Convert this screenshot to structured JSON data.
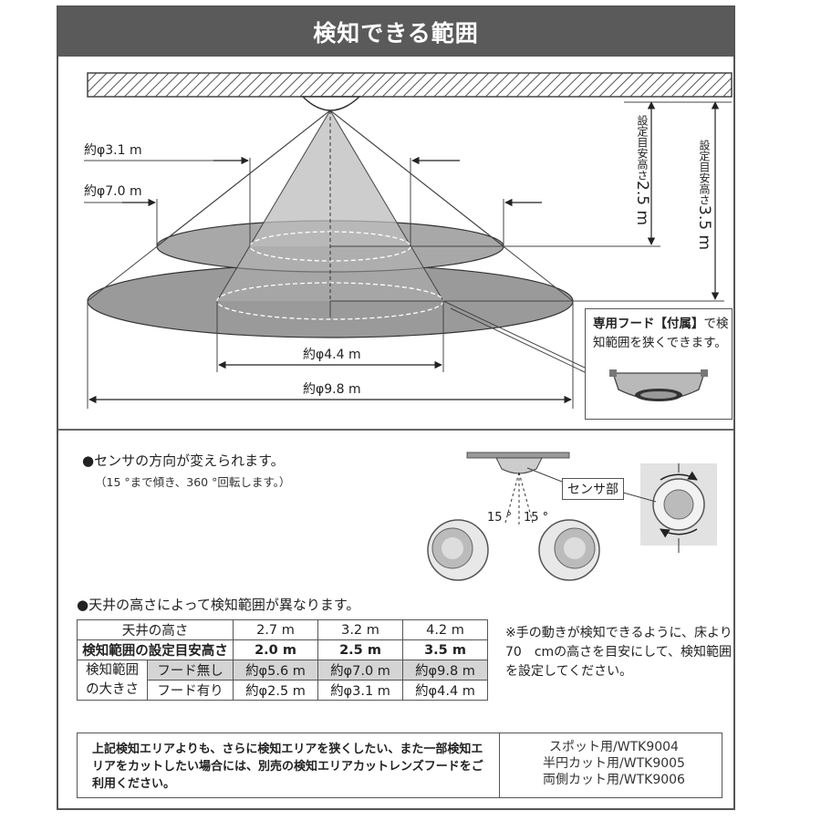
{
  "title": "検知できる範囲",
  "diagram": {
    "labels": {
      "inner_small": "約φ3.1 m",
      "outer_small": "約φ7.0 m",
      "inner_large": "約φ4.4 m",
      "outer_large": "約φ9.8 m"
    },
    "height_low": {
      "prefix": "設定目安高さ",
      "value": "2.5 m"
    },
    "height_high": {
      "prefix": "設定目安高さ",
      "value": "3.5 m"
    },
    "hood_note": {
      "strong": "専用フード【付属】",
      "rest": "で検知範囲を狭くできます。"
    }
  },
  "rotation": {
    "bullet": "●センサの方向が変えられます。",
    "sub": "（15 °まで傾き、360 °回転します。）",
    "angle_left": "15 °",
    "angle_right": "15 °",
    "sensor_label": "センサ部"
  },
  "range_section": {
    "bullet": "●天井の高さによって検知範囲が異なります。",
    "table": {
      "header_label": "天井の高さ",
      "heights": [
        "2.7 m",
        "3.2 m",
        "4.2 m"
      ],
      "setting_label": "検知範囲の設定目安高さ",
      "settings": [
        "2.0 m",
        "2.5 m",
        "3.5 m"
      ],
      "size_label_1": "検知範囲",
      "size_label_2": "の大きさ",
      "no_hood_label": "フード無し",
      "no_hood": [
        "約φ5.6 m",
        "約φ7.0 m",
        "約φ9.8 m"
      ],
      "hood_label": "フード有り",
      "hood": [
        "約φ2.5 m",
        "約φ3.1 m",
        "約φ4.4 m"
      ]
    },
    "note": "※手の動きが検知できるように、床より70　cmの高さを目安にして、検知範囲を設定してください。"
  },
  "bottom": {
    "left": "上記検知エリアよりも、さらに検知エリアを狭くしたい、また一部検知エリアをカットしたい場合には、別売の検知エリアカットレンズフードをご利用ください。",
    "right": [
      "スポット用/WTK9004",
      "半円カット用/WTK9005",
      "両側カット用/WTK9006"
    ]
  },
  "colors": {
    "header_bg": "#5a5a5a",
    "ellipse_fill": "#9a9a9a",
    "table_shade": "#d4d4d4"
  }
}
